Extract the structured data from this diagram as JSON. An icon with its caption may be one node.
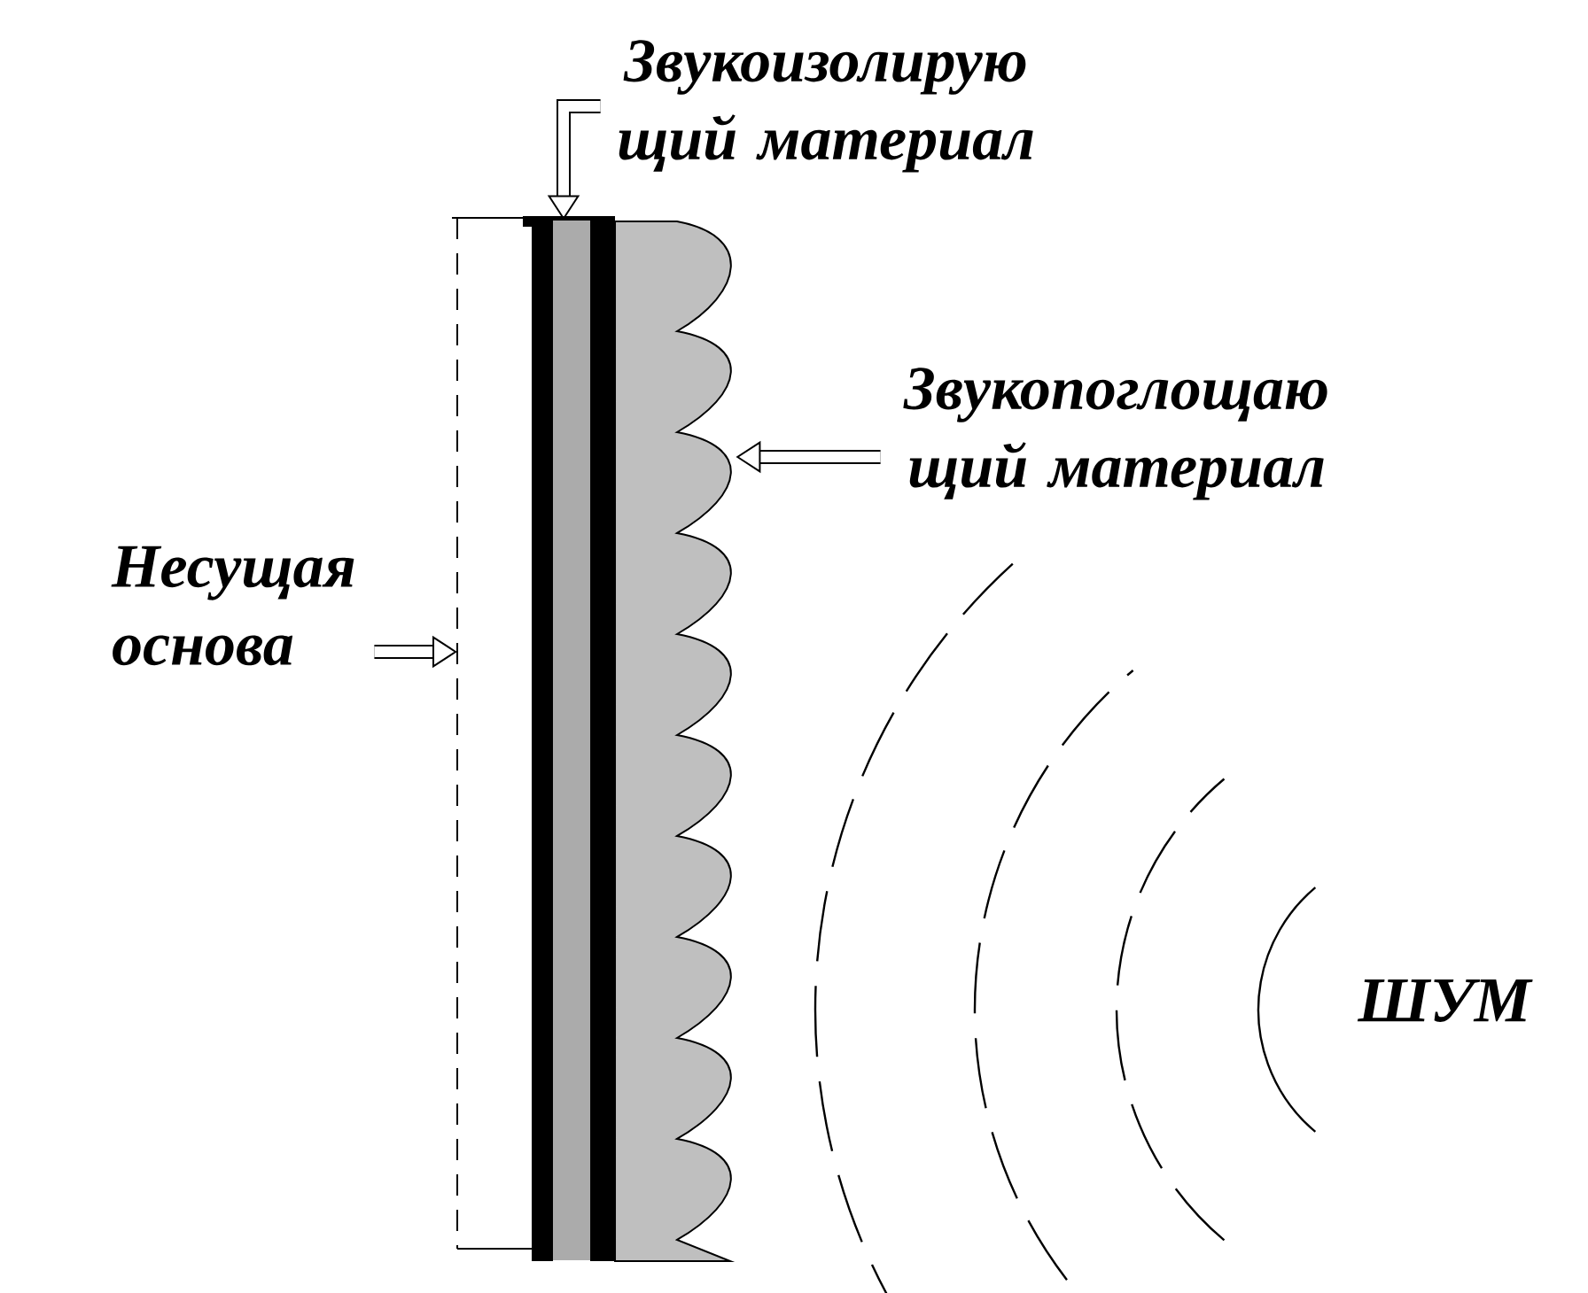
{
  "diagram": {
    "nodes": [
      {
        "text": [
          "Звукоизолирую щий материал"
        ]
      },
      {
        "text": [
          "Звукопоглощаю щий материал"
        ]
      },
      {
        "text": [
          "Несущая основа"
        ]
      },
      {
        "text": [
          "ШУМ"
        ]
      },
      {
        "text": [],
        "shape": "box"
      },
      {
        "text": [],
        "shape": "box"
      }
    ],
    "edges": [
      {
        "from": 0,
        "to": 4,
        "arrow": "to"
      },
      {
        "from": 1,
        "to": 5,
        "arrow": "to"
      },
      {
        "from": 2,
        "to": null,
        "arrow": "to"
      }
    ]
  }
}
